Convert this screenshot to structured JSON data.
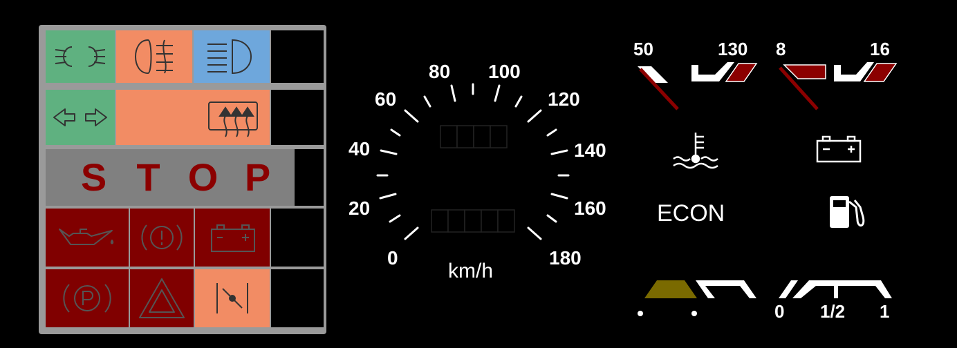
{
  "panel": {
    "stop_letters": [
      "S",
      "T",
      "O",
      "P"
    ]
  },
  "speedometer": {
    "labels": [
      "0",
      "20",
      "40",
      "60",
      "80",
      "100",
      "120",
      "140",
      "160",
      "180"
    ],
    "unit": "km/h"
  },
  "gauges": {
    "rpm": {
      "min": "50",
      "max": "130"
    },
    "voltage": {
      "min": "8",
      "max": "16"
    },
    "fuel": {
      "min": "0",
      "mid": "1/2",
      "max": "1"
    },
    "econ_label": "ECON"
  },
  "icons": {
    "row1": [
      "parking-lights-icon",
      "fog-light-icon",
      "high-beam-icon"
    ],
    "row2": [
      "turn-signal-icon",
      "rear-defrost-icon"
    ],
    "row4": [
      "oil-pressure-icon",
      "brake-warning-icon",
      "battery-warning-icon"
    ],
    "row5": [
      "parking-brake-icon",
      "hazard-icon",
      "choke-icon"
    ],
    "right": [
      "coolant-temp-icon",
      "battery-icon",
      "fuel-pump-icon"
    ]
  },
  "colors": {
    "green": "#5fb180",
    "orange": "#f28c64",
    "blue": "#6ea7dc",
    "dark_red": "#800000",
    "grey": "#808080",
    "olive": "#7a6a00"
  }
}
